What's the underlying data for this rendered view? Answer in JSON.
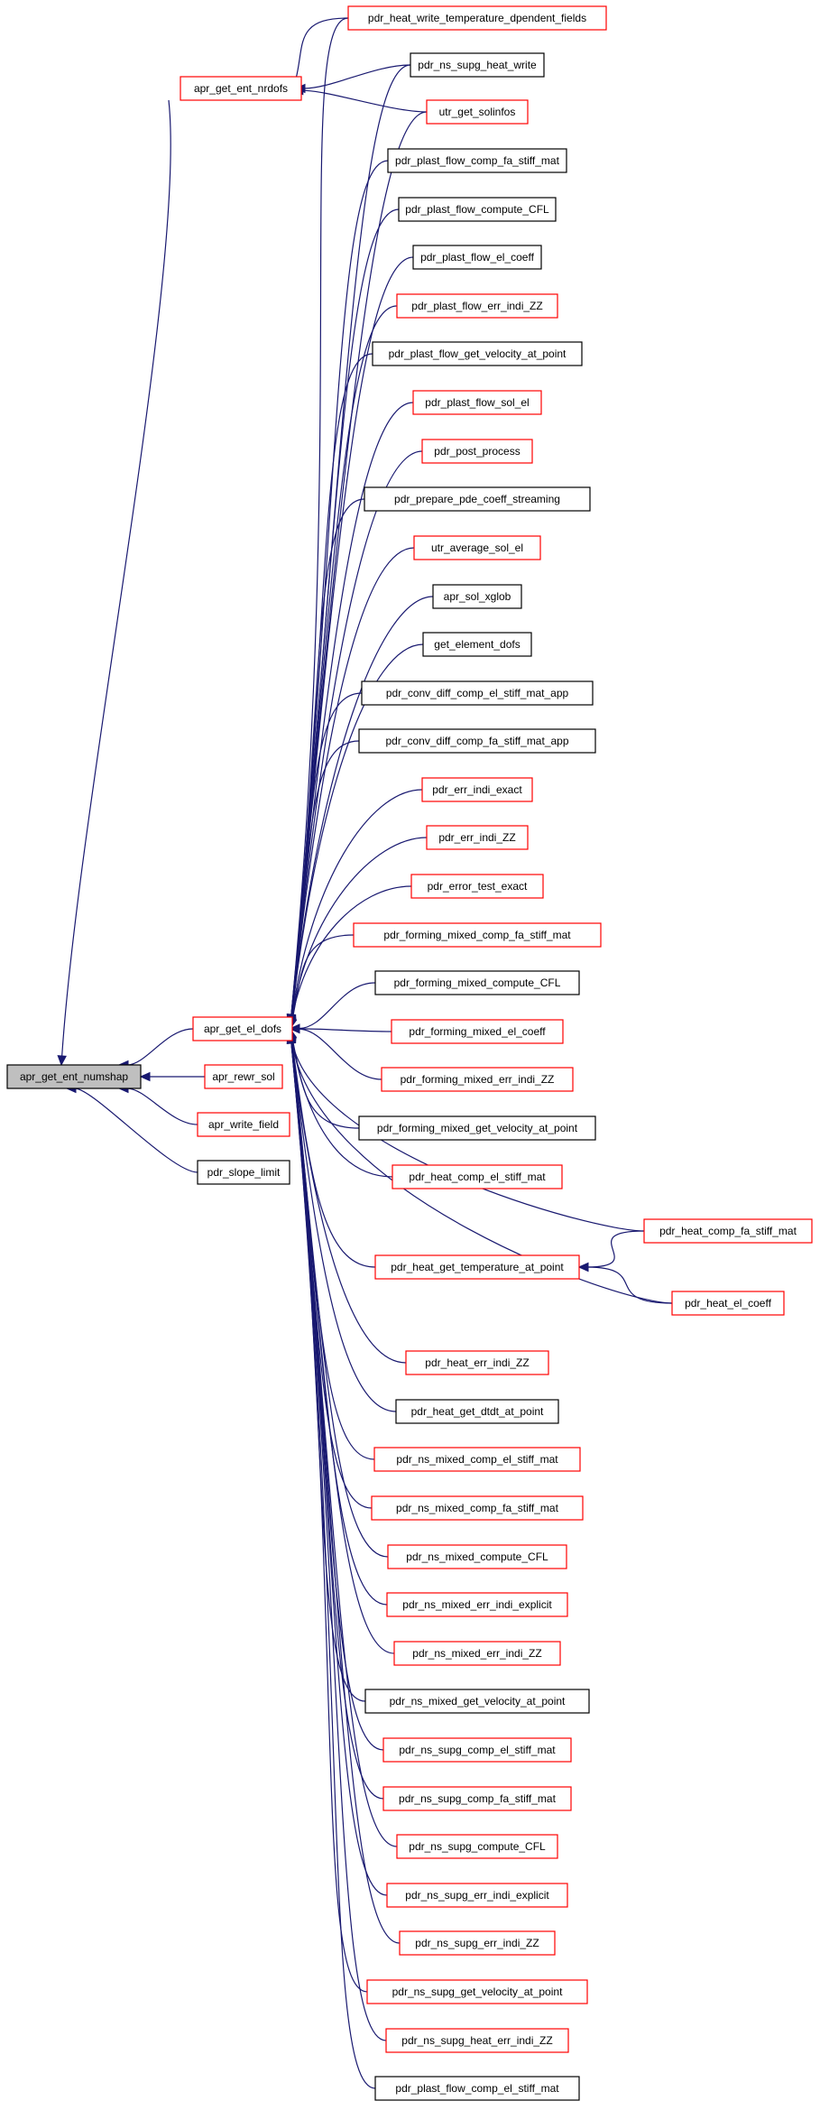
{
  "colors": {
    "edge": "#191970",
    "border_red": "#ff0000",
    "border_black": "#000000",
    "root_fill": "#bfbfbf",
    "fill": "#ffffff"
  },
  "root": "apr_get_ent_numshap",
  "nodes": [
    {
      "id": "root",
      "label": "apr_get_ent_numshap",
      "style": "root"
    },
    {
      "id": "nrdofs",
      "label": "apr_get_ent_nrdofs",
      "style": "red"
    },
    {
      "id": "eldofs",
      "label": "apr_get_el_dofs",
      "style": "red"
    },
    {
      "id": "rewr",
      "label": "apr_rewr_sol",
      "style": "red"
    },
    {
      "id": "wfield",
      "label": "apr_write_field",
      "style": "red"
    },
    {
      "id": "slope",
      "label": "pdr_slope_limit",
      "style": "black"
    },
    {
      "id": "t0",
      "label": "pdr_heat_write_temperature_dpendent_fields",
      "style": "red"
    },
    {
      "id": "t1",
      "label": "pdr_ns_supg_heat_write",
      "style": "black"
    },
    {
      "id": "t2",
      "label": "utr_get_solinfos",
      "style": "red"
    },
    {
      "id": "t3",
      "label": "pdr_plast_flow_comp_fa_stiff_mat",
      "style": "black"
    },
    {
      "id": "t4",
      "label": "pdr_plast_flow_compute_CFL",
      "style": "black"
    },
    {
      "id": "t5",
      "label": "pdr_plast_flow_el_coeff",
      "style": "black"
    },
    {
      "id": "t6",
      "label": "pdr_plast_flow_err_indi_ZZ",
      "style": "red"
    },
    {
      "id": "t7",
      "label": "pdr_plast_flow_get_velocity_at_point",
      "style": "black"
    },
    {
      "id": "t8",
      "label": "pdr_plast_flow_sol_el",
      "style": "red"
    },
    {
      "id": "t9",
      "label": "pdr_post_process",
      "style": "red"
    },
    {
      "id": "t10",
      "label": "pdr_prepare_pde_coeff_streaming",
      "style": "black"
    },
    {
      "id": "t11",
      "label": "utr_average_sol_el",
      "style": "red"
    },
    {
      "id": "t12",
      "label": "apr_sol_xglob",
      "style": "black"
    },
    {
      "id": "t13",
      "label": "get_element_dofs",
      "style": "black"
    },
    {
      "id": "t14",
      "label": "pdr_conv_diff_comp_el_stiff_mat_app",
      "style": "black"
    },
    {
      "id": "t15",
      "label": "pdr_conv_diff_comp_fa_stiff_mat_app",
      "style": "black"
    },
    {
      "id": "t16",
      "label": "pdr_err_indi_exact",
      "style": "red"
    },
    {
      "id": "t17",
      "label": "pdr_err_indi_ZZ",
      "style": "red"
    },
    {
      "id": "t18",
      "label": "pdr_error_test_exact",
      "style": "red"
    },
    {
      "id": "t19",
      "label": "pdr_forming_mixed_comp_fa_stiff_mat",
      "style": "red"
    },
    {
      "id": "t20",
      "label": "pdr_forming_mixed_compute_CFL",
      "style": "black"
    },
    {
      "id": "t21",
      "label": "pdr_forming_mixed_el_coeff",
      "style": "red"
    },
    {
      "id": "t22",
      "label": "pdr_forming_mixed_err_indi_ZZ",
      "style": "red"
    },
    {
      "id": "t23",
      "label": "pdr_forming_mixed_get_velocity_at_point",
      "style": "black"
    },
    {
      "id": "t24",
      "label": "pdr_heat_comp_el_stiff_mat",
      "style": "red"
    },
    {
      "id": "t25",
      "label": "pdr_heat_get_temperature_at_point",
      "style": "red"
    },
    {
      "id": "hcfa",
      "label": "pdr_heat_comp_fa_stiff_mat",
      "style": "red"
    },
    {
      "id": "hel",
      "label": "pdr_heat_el_coeff",
      "style": "red"
    },
    {
      "id": "t26",
      "label": "pdr_heat_err_indi_ZZ",
      "style": "red"
    },
    {
      "id": "t27",
      "label": "pdr_heat_get_dtdt_at_point",
      "style": "black"
    },
    {
      "id": "t28",
      "label": "pdr_ns_mixed_comp_el_stiff_mat",
      "style": "red"
    },
    {
      "id": "t29",
      "label": "pdr_ns_mixed_comp_fa_stiff_mat",
      "style": "red"
    },
    {
      "id": "t30",
      "label": "pdr_ns_mixed_compute_CFL",
      "style": "red"
    },
    {
      "id": "t31",
      "label": "pdr_ns_mixed_err_indi_explicit",
      "style": "red"
    },
    {
      "id": "t32",
      "label": "pdr_ns_mixed_err_indi_ZZ",
      "style": "red"
    },
    {
      "id": "t33",
      "label": "pdr_ns_mixed_get_velocity_at_point",
      "style": "black"
    },
    {
      "id": "t34",
      "label": "pdr_ns_supg_comp_el_stiff_mat",
      "style": "red"
    },
    {
      "id": "t35",
      "label": "pdr_ns_supg_comp_fa_stiff_mat",
      "style": "red"
    },
    {
      "id": "t36",
      "label": "pdr_ns_supg_compute_CFL",
      "style": "red"
    },
    {
      "id": "t37",
      "label": "pdr_ns_supg_err_indi_explicit",
      "style": "red"
    },
    {
      "id": "t38",
      "label": "pdr_ns_supg_err_indi_ZZ",
      "style": "red"
    },
    {
      "id": "t39",
      "label": "pdr_ns_supg_get_velocity_at_point",
      "style": "red"
    },
    {
      "id": "t40",
      "label": "pdr_ns_supg_heat_err_indi_ZZ",
      "style": "red"
    },
    {
      "id": "t41",
      "label": "pdr_plast_flow_comp_el_stiff_mat",
      "style": "black"
    }
  ],
  "edges": [
    [
      "nrdofs",
      "root"
    ],
    [
      "eldofs",
      "root"
    ],
    [
      "rewr",
      "root"
    ],
    [
      "wfield",
      "root"
    ],
    [
      "slope",
      "root"
    ],
    [
      "t0",
      "nrdofs"
    ],
    [
      "t1",
      "nrdofs"
    ],
    [
      "t2",
      "nrdofs"
    ],
    [
      "t0",
      "eldofs"
    ],
    [
      "t1",
      "eldofs"
    ],
    [
      "t2",
      "eldofs"
    ],
    [
      "t3",
      "eldofs"
    ],
    [
      "t4",
      "eldofs"
    ],
    [
      "t5",
      "eldofs"
    ],
    [
      "t6",
      "eldofs"
    ],
    [
      "t7",
      "eldofs"
    ],
    [
      "t8",
      "eldofs"
    ],
    [
      "t9",
      "eldofs"
    ],
    [
      "t10",
      "eldofs"
    ],
    [
      "t11",
      "eldofs"
    ],
    [
      "t12",
      "eldofs"
    ],
    [
      "t13",
      "eldofs"
    ],
    [
      "t14",
      "eldofs"
    ],
    [
      "t15",
      "eldofs"
    ],
    [
      "t16",
      "eldofs"
    ],
    [
      "t17",
      "eldofs"
    ],
    [
      "t18",
      "eldofs"
    ],
    [
      "t19",
      "eldofs"
    ],
    [
      "t20",
      "eldofs"
    ],
    [
      "t21",
      "eldofs"
    ],
    [
      "t22",
      "eldofs"
    ],
    [
      "t23",
      "eldofs"
    ],
    [
      "t24",
      "eldofs"
    ],
    [
      "t25",
      "eldofs"
    ],
    [
      "hcfa",
      "eldofs"
    ],
    [
      "hel",
      "eldofs"
    ],
    [
      "t26",
      "eldofs"
    ],
    [
      "t27",
      "eldofs"
    ],
    [
      "t28",
      "eldofs"
    ],
    [
      "t29",
      "eldofs"
    ],
    [
      "t30",
      "eldofs"
    ],
    [
      "t31",
      "eldofs"
    ],
    [
      "t32",
      "eldofs"
    ],
    [
      "t33",
      "eldofs"
    ],
    [
      "t34",
      "eldofs"
    ],
    [
      "t35",
      "eldofs"
    ],
    [
      "t36",
      "eldofs"
    ],
    [
      "t37",
      "eldofs"
    ],
    [
      "t38",
      "eldofs"
    ],
    [
      "t39",
      "eldofs"
    ],
    [
      "t40",
      "eldofs"
    ],
    [
      "t41",
      "eldofs"
    ],
    [
      "hcfa",
      "t25"
    ],
    [
      "hel",
      "t25"
    ]
  ]
}
